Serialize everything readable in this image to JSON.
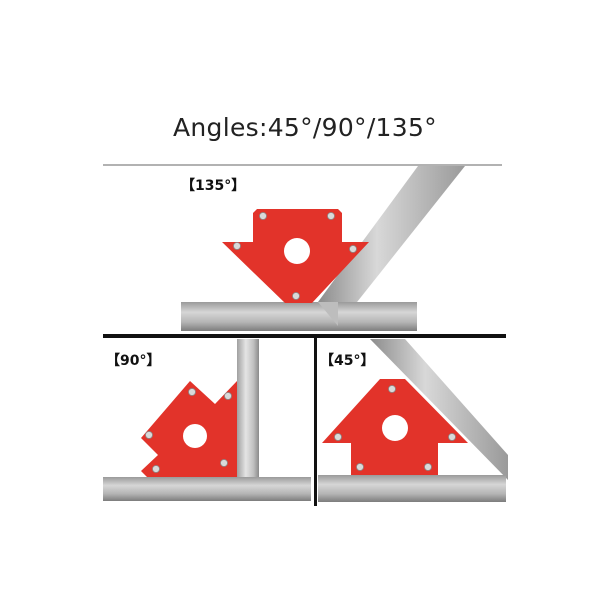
{
  "title": "Angles:45°/90°/135°",
  "panels": [
    {
      "id": "135",
      "label": "【135°】",
      "angle_deg": 135
    },
    {
      "id": "90",
      "label": "【90°】",
      "angle_deg": 90
    },
    {
      "id": "45",
      "label": "【45°】",
      "angle_deg": 45
    }
  ],
  "colors": {
    "magnet_red": "#e2332a",
    "tube_gray": "#b8b8b8",
    "divider_black": "#111111"
  }
}
